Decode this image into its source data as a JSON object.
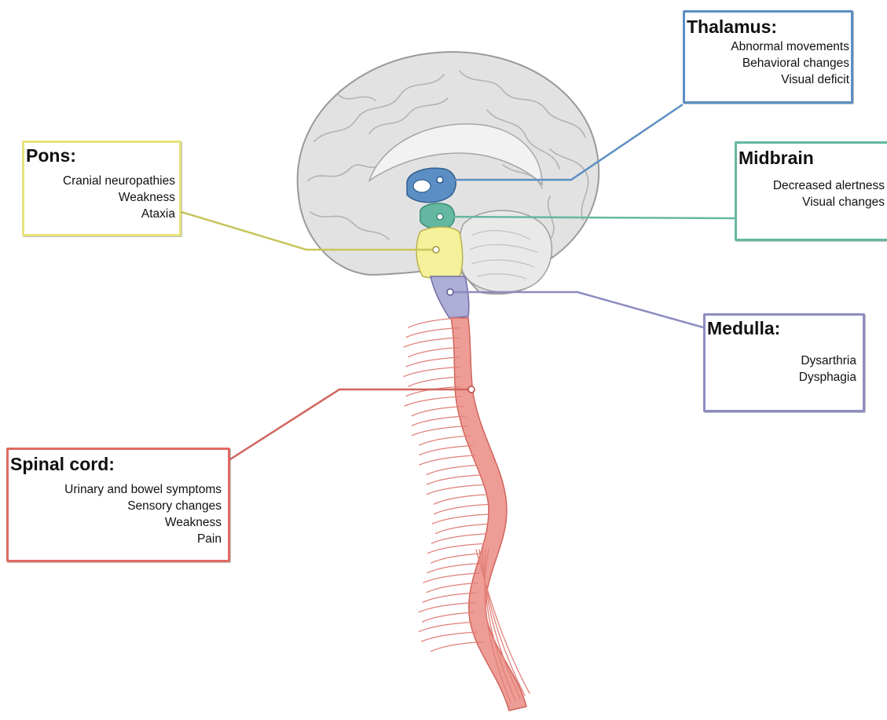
{
  "colors": {
    "thalamus": "#5b8fc4",
    "midbrain": "#64b8a2",
    "pons": "#e6e37a",
    "medulla": "#8d8cc0",
    "spinal_cord": "#e06b62",
    "brain": "#e3e3e3"
  },
  "labels": {
    "thalamus": {
      "title": "Thalamus:",
      "items": [
        "Abnormal movements",
        "Behavioral changes",
        "Visual deficit"
      ]
    },
    "midbrain": {
      "title": "Midbrain",
      "items": [
        "Decreased alertness",
        "Visual changes"
      ]
    },
    "pons": {
      "title": "Pons:",
      "items": [
        "Cranial neuropathies",
        "Weakness",
        "Ataxia"
      ]
    },
    "medulla": {
      "title": "Medulla:",
      "items": [
        "Dysarthria",
        "Dysphagia"
      ]
    },
    "spinal_cord": {
      "title": "Spinal cord:",
      "items": [
        "Urinary and bowel symptoms",
        "Sensory changes",
        "Weakness",
        "Pain"
      ]
    }
  }
}
